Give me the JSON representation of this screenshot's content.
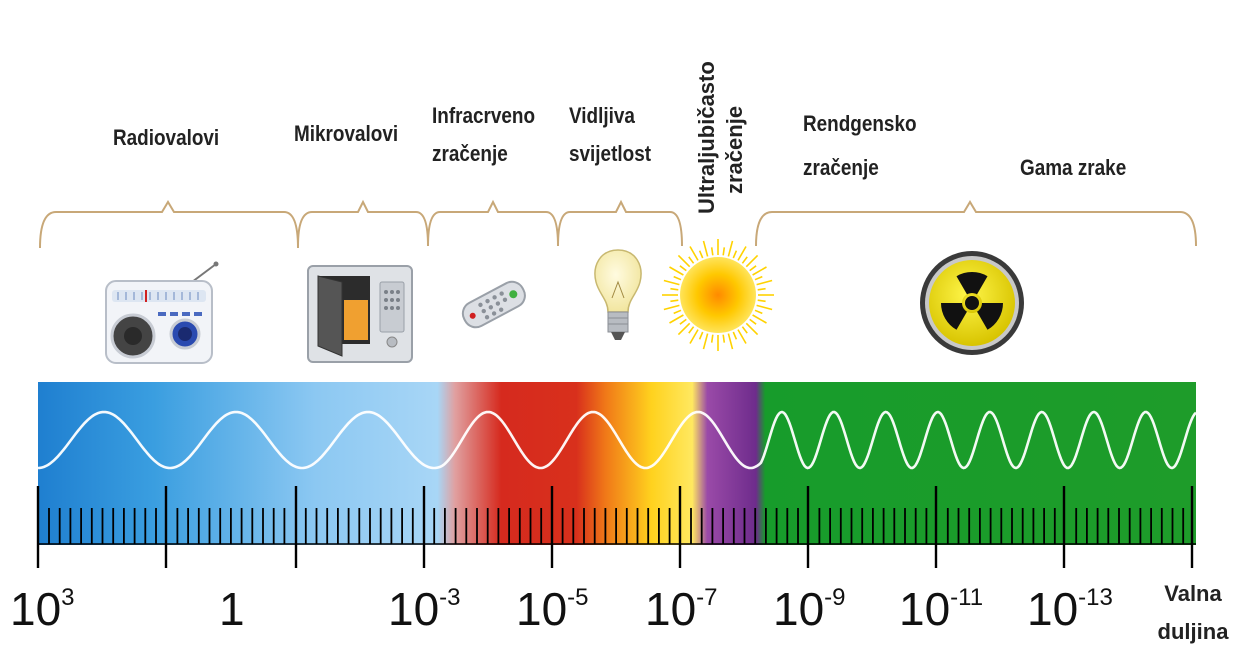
{
  "regions": {
    "radio": "Radiovalovi",
    "micro": "Mikrovalovi",
    "infra_1": "Infracrveno",
    "infra_2": "zračenje",
    "visible_1": "Vidljiva",
    "visible_2": "svijetlost",
    "uv_1": "Ultraljubičasto",
    "uv_2": "zračenje",
    "xray_1": "Rendgensko",
    "xray_2": "zračenje",
    "gamma": "Gama zrake"
  },
  "axis": {
    "ticks": [
      {
        "base": "10",
        "exp": "3"
      },
      {
        "base": "1",
        "exp": ""
      },
      {
        "base": "10",
        "exp": "-3"
      },
      {
        "base": "10",
        "exp": "-5"
      },
      {
        "base": "10",
        "exp": "-7"
      },
      {
        "base": "10",
        "exp": "-9"
      },
      {
        "base": "10",
        "exp": "-11"
      },
      {
        "base": "10",
        "exp": "-13"
      }
    ],
    "unit_1": "Valna",
    "unit_2": "duljina"
  },
  "icons": [
    "radio-icon",
    "microwave-icon",
    "remote-control-icon",
    "light-bulb-icon",
    "sun-icon",
    "radiation-icon"
  ],
  "colors": {
    "radio": "#3a9ee0",
    "infrared": "#d62a1e",
    "visible": "#ffd21e",
    "ultraviolet": "#6e2c8c",
    "xray_gamma": "#179c2b",
    "brace": "#c8a878"
  }
}
